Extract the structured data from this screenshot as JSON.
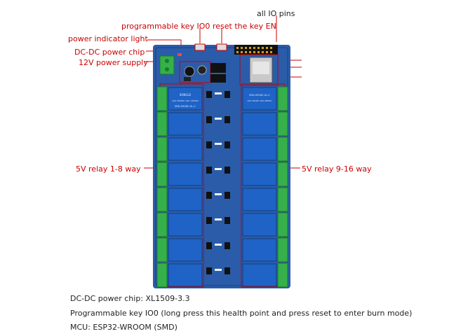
{
  "labels": {
    "all_io_pins": "all IO pins",
    "programmable_key": "programmable key IO0",
    "reset_key": "reset the key EN",
    "power_indicator": "power indicator light",
    "dcdc_chip": "DC-DC power chip",
    "power_supply": "12V power supply",
    "relay_left": "5V relay 1-8 way",
    "relay_right": "5V relay 9-16 way"
  },
  "specs": [
    "DC-DC power chip: XL1509-3.3",
    "Programmable key IO0 (long press this health point and press reset to enter burn mode)",
    "MCU: ESP32-WROOM (SMD)"
  ],
  "relay": {
    "brand": "SONGLE",
    "model": "SRD-05VDC-SL-C",
    "rating_1": "10A 250VAC 10A 125VAC",
    "rating_2": "10A 30VDC 10A 28VDC"
  },
  "colors": {
    "annotation": "#cc0000",
    "pcb": "#2a5caa",
    "relay": "#1f63c6",
    "terminal": "#35b04a"
  }
}
